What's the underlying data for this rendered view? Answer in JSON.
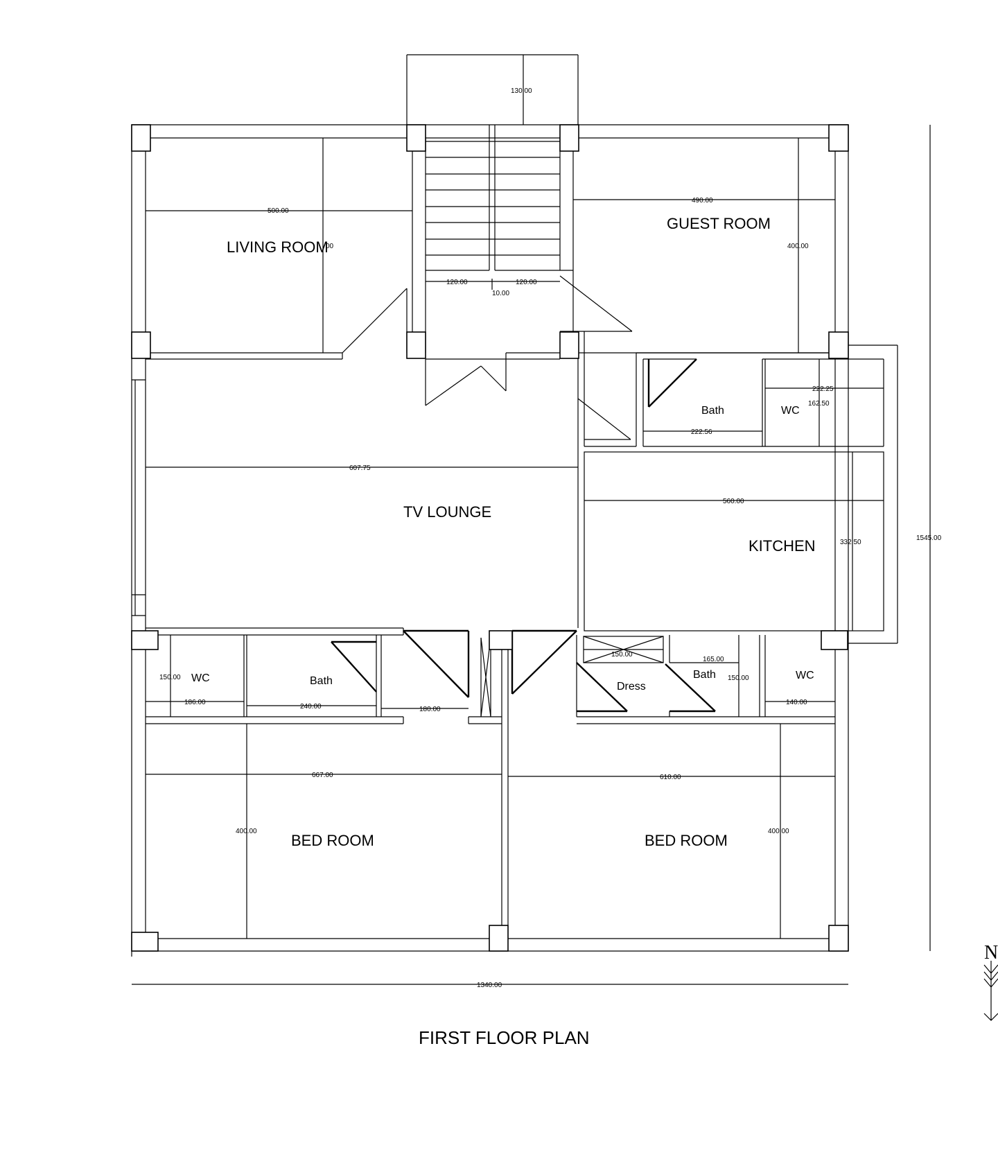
{
  "title": "FIRST FLOOR PLAN",
  "north_label": "N",
  "rooms": {
    "living_room": "LIVING ROOM",
    "guest_room": "GUEST ROOM",
    "tv_lounge": "TV LOUNGE",
    "kitchen": "KITCHEN",
    "bath_upper": "Bath",
    "wc_upper": "WC",
    "wc_lower_left": "WC",
    "bath_lower_left": "Bath",
    "dress": "Dress",
    "bath_lower_right": "Bath",
    "wc_lower_right": "WC",
    "bed_room_left": "BED ROOM",
    "bed_room_right": "BED ROOM"
  },
  "dimensions": {
    "porch_width": "130.00",
    "living_width": "500.00",
    "living_depth": "00",
    "guest_width": "490.00",
    "guest_depth": "400.00",
    "stair_left": "120.00",
    "stair_right": "120.00",
    "stair_gap": "10.00",
    "wc_upper_width": "222.25",
    "wc_upper_depth": "162.50",
    "bath_upper_width": "222.56",
    "lounge_width": "607.75",
    "kitchen_width": "560.00",
    "kitchen_depth": "332.50",
    "overall_depth": "1545.00",
    "overall_width": "1340.00",
    "wc_ll_depth": "150.00",
    "wc_ll_width": "186.00",
    "bath_ll_width": "240.00",
    "corridor_width": "180.00",
    "dress_width": "150.00",
    "bath_lr_width": "165.00",
    "bath_lr_depth": "150.00",
    "wc_lr_width": "140.00",
    "bed_left_width": "667.00",
    "bed_right_width": "610.00",
    "bed_left_depth": "400.00",
    "bed_right_depth": "400.00"
  }
}
